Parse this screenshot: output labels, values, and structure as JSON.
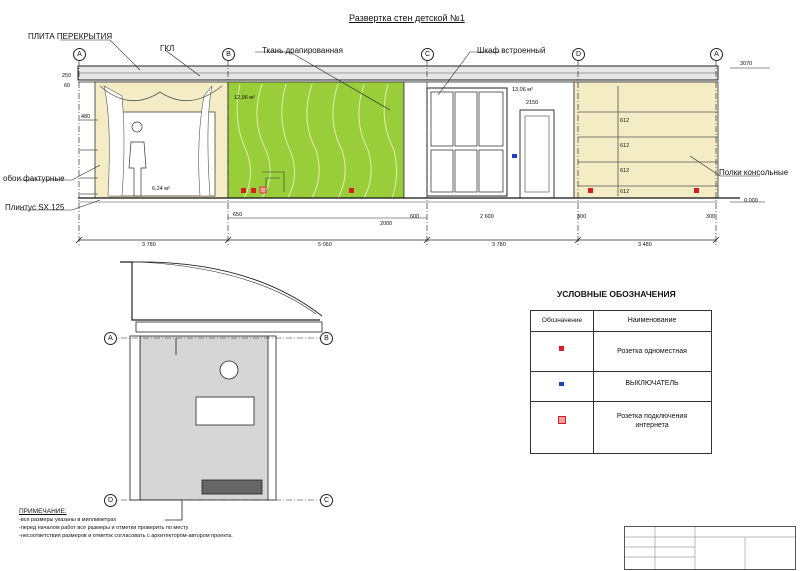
{
  "title": "Развертка стен детской №1",
  "labels": {
    "slab": "ПЛИТА ПЕРЕКРЫТИЯ",
    "gkl": "ГКЛ",
    "fabric": "Ткань драпированная",
    "wardrobe": "Шкаф встроенный",
    "wallpaper": "обои фактурные",
    "plinth": "Плинтус SX.125",
    "shelves": "Полки консольные"
  },
  "axes": {
    "a": "А",
    "b": "В",
    "c": "С",
    "d": "D"
  },
  "levels": {
    "top": "3070",
    "zero": "0.000"
  },
  "areas": {
    "a1": "6,24 м²",
    "a2": "12,96 м²",
    "a3": "13,06 м²"
  },
  "dims": {
    "bottom": [
      "3 780",
      "5 060",
      "3 780",
      "3 480"
    ],
    "mid": [
      "650",
      "2000",
      "600",
      "2 600",
      "300",
      "300"
    ],
    "misc": [
      "2150",
      "480",
      "250",
      "60",
      "612",
      "612",
      "612",
      "612"
    ]
  },
  "legend": {
    "header": "УСЛОВНЫЕ ОБОЗНАЧЕНИЯ",
    "col1": "Обозначение",
    "col2": "Наименование",
    "rows": [
      {
        "name": "Розетка одноместная",
        "color": "#d42020"
      },
      {
        "name": "ВЫКЛЮЧАТЕЛЬ",
        "color": "#1f3ec8"
      },
      {
        "name": "Розетка подключения интернета",
        "color": "#d42020"
      }
    ]
  },
  "notes": {
    "heading": "ПРИМЕЧАНИЕ:",
    "items": [
      "-все размеры указаны в миллиметрах",
      "-перед началом работ все размеры и отметки проверить по месту",
      "-несоответствия размеров и отметок согласовать с архитектором-автором проекта."
    ]
  },
  "colors": {
    "wall": "#f4ecc4",
    "fabric": "#9acd3a",
    "floor": "#d6d6d6"
  }
}
